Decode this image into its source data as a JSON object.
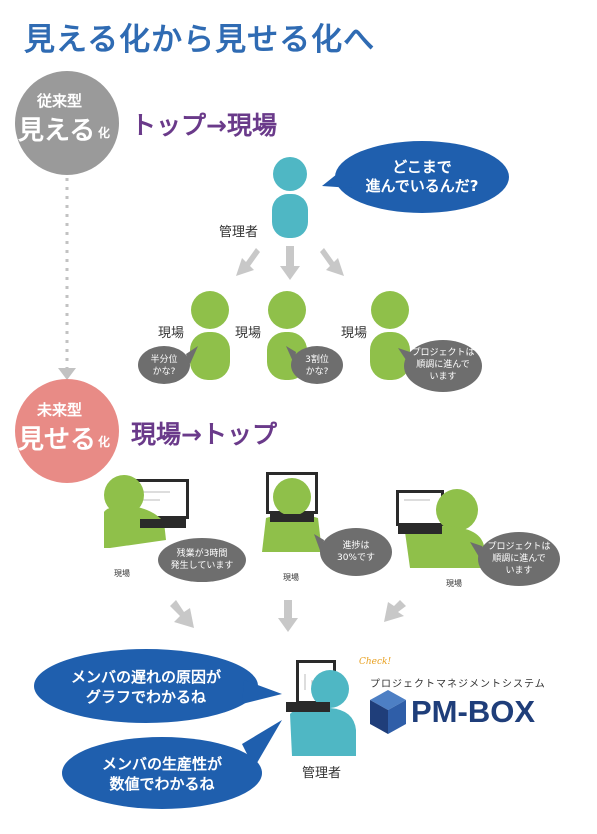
{
  "title": "見える化から見せる化へ",
  "old_style": {
    "top": "従来型",
    "main": "見える",
    "suffix": "化"
  },
  "new_style": {
    "top": "未来型",
    "main": "見せる",
    "suffix": "化"
  },
  "flow_top_down": "トップ→現場",
  "flow_bottom_up": "現場→トップ",
  "manager_label": "管理者",
  "manager_question": [
    "どこまで",
    "進んでいるんだ?"
  ],
  "site_label": "現場",
  "old_site_bubbles": [
    [
      "半分位",
      "かな?"
    ],
    [
      "3割位",
      "かな?"
    ],
    [
      "プロジェクトは",
      "順調に進んで",
      "います"
    ]
  ],
  "new_site_bubbles": [
    [
      "残業が3時間",
      "発生しています"
    ],
    [
      "進捗は",
      "30%です"
    ],
    [
      "プロジェクトは",
      "順調に進んで",
      "います"
    ]
  ],
  "bottom_bubbles": [
    [
      "メンバの遅れの原因が",
      "グラフでわかるね"
    ],
    [
      "メンバの生産性が",
      "数値でわかるね"
    ]
  ],
  "check_label": "Check!",
  "product_subtitle": "プロジェクトマネジメントシステム",
  "product_name": "PM-BOX",
  "colors": {
    "title_blue": "#2f6bb3",
    "flow_purple": "#6a3a8a",
    "manager_teal": "#4fb7c4",
    "site_green": "#8fc04a",
    "bubble_gray": "#6e6e6e",
    "bubble_blue": "#1f5fae",
    "old_circle": "#9a9a9a",
    "new_circle": "#e88b86",
    "arrow_gray": "#c8c8c8",
    "logo_navy": "#1f3e7a"
  }
}
